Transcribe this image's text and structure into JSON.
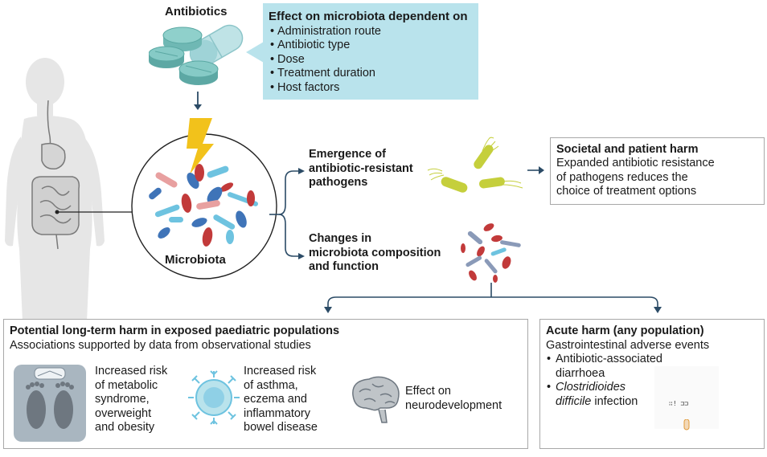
{
  "antibiotics": {
    "title": "Antibiotics"
  },
  "effect": {
    "title": "Effect on microbiota dependent on",
    "items": [
      "Administration route",
      "Antibiotic type",
      "Dose",
      "Treatment duration",
      "Host factors"
    ]
  },
  "microbiota": {
    "label": "Microbiota"
  },
  "resistance": {
    "line1": "Emergence of",
    "line2": "antibiotic-resistant",
    "line3": "pathogens"
  },
  "changes": {
    "line1": "Changes in",
    "line2": "microbiota composition",
    "line3": "and function"
  },
  "societal": {
    "title": "Societal and patient harm",
    "line1": "Expanded antibiotic resistance",
    "line2": "of pathogens reduces the",
    "line3": "choice of treatment options"
  },
  "longterm": {
    "title": "Potential long-term harm in exposed paediatric populations",
    "subtitle": "Associations supported by data from observational studies",
    "metabolic": [
      "Increased risk",
      "of metabolic",
      "syndrome,",
      "overweight",
      "and obesity"
    ],
    "asthma": [
      "Increased risk",
      "of asthma,",
      "eczema and",
      "inflammatory",
      "bowel disease"
    ],
    "neuro": [
      "Effect on",
      "neurodevelopment"
    ]
  },
  "acute": {
    "title": "Acute harm (any population)",
    "subtitle": "Gastrointestinal adverse events",
    "item1_line1": "Antibiotic-associated",
    "item1_line2": "diarrhoea",
    "item2_line1": "Clostridioides",
    "item2_line2_italic": "difficile",
    "item2_line2_rest": " infection",
    "tube_label": "∷! ⊐⊐"
  },
  "colors": {
    "body_silhouette": "#e6e6e6",
    "gut": "#7a7a7a",
    "effect_box": "#b9e3ec",
    "pill_teal": "#6fb8b4",
    "capsule": "#bfe3e6",
    "lightning": "#f2c21b",
    "pathogen_green": "#c5cf3c",
    "bacteria_blue": "#3f74b8",
    "bacteria_light_blue": "#6ec3e0",
    "bacteria_red": "#c23a3a",
    "bacteria_pink": "#e8a0a0",
    "arrow": "#2b4b66"
  }
}
